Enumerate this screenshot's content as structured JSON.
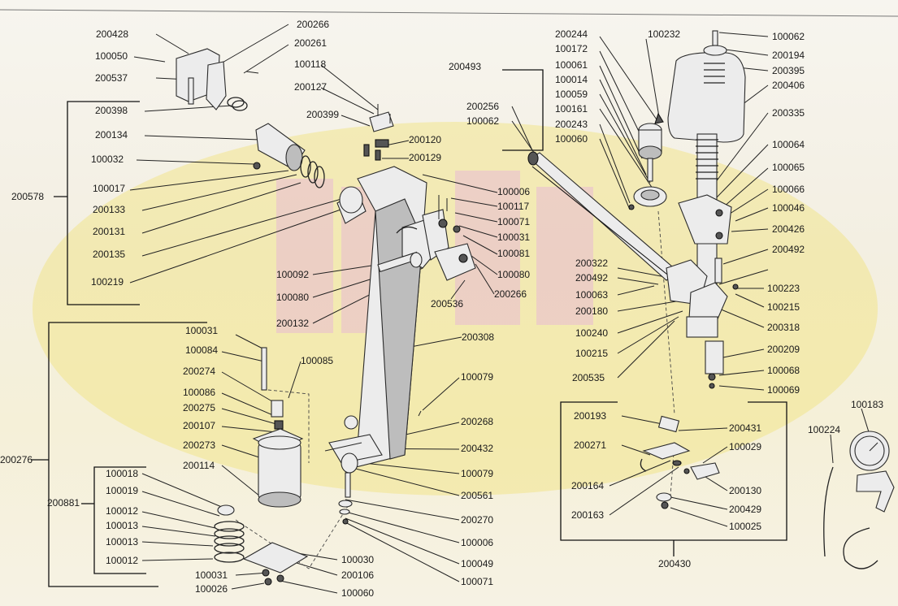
{
  "labels": {
    "l200266a": "200266",
    "l200428": "200428",
    "l200261": "200261",
    "l100050": "100050",
    "l100118": "100118",
    "l200537": "200537",
    "l200127": "200127",
    "l200398": "200398",
    "l200399": "200399",
    "l200134": "200134",
    "l200120": "200120",
    "l100032": "100032",
    "l200129": "200129",
    "l100017": "100017",
    "l200578": "200578",
    "l200133": "200133",
    "l100006a": "100006",
    "l100117": "100117",
    "l200131": "200131",
    "l100071a": "100071",
    "l100031a": "100031",
    "l200135": "200135",
    "l100081": "100081",
    "l100080a": "100080",
    "l100219": "100219",
    "l100092": "100092",
    "l200266b": "200266",
    "l100080b": "100080",
    "l200536": "200536",
    "l200132": "200132",
    "l200308": "200308",
    "l100031b": "100031",
    "l100084": "100084",
    "l100085": "100085",
    "l200274": "200274",
    "l100086": "100086",
    "l100079a": "100079",
    "l200275": "200275",
    "l200107": "200107",
    "l200268": "200268",
    "l200273": "200273",
    "l200432": "200432",
    "l200276": "200276",
    "l200114": "200114",
    "l100079b": "100079",
    "l100018": "100018",
    "l200561": "200561",
    "l100019": "100019",
    "l200881": "200881",
    "l100012a": "100012",
    "l200270": "200270",
    "l100013a": "100013",
    "l100006b": "100006",
    "l100013b": "100013",
    "l100012b": "100012",
    "l100030": "100030",
    "l100049": "100049",
    "l100031c": "100031",
    "l200106": "200106",
    "l100071b": "100071",
    "l100026": "100026",
    "l100060a": "100060",
    "l200244": "200244",
    "l100232": "100232",
    "l100062a": "100062",
    "l100172": "100172",
    "l200194": "200194",
    "l200493": "200493",
    "l100061": "100061",
    "l200395": "200395",
    "l100014": "100014",
    "l200406": "200406",
    "l100059": "100059",
    "l200256": "200256",
    "l100161": "100161",
    "l200335": "200335",
    "l100062b": "100062",
    "l200243": "200243",
    "l100060b": "100060",
    "l100064": "100064",
    "l100065": "100065",
    "l100066": "100066",
    "l100046": "100046",
    "l200426": "200426",
    "l200492a": "200492",
    "l200322": "200322",
    "l200492b": "200492",
    "l100223": "100223",
    "l100063": "100063",
    "l100215a": "100215",
    "l200180": "200180",
    "l200318": "200318",
    "l100240": "100240",
    "l200209": "200209",
    "l100215b": "100215",
    "l100068": "100068",
    "l200535": "200535",
    "l100069": "100069",
    "l100183": "100183",
    "l200193": "200193",
    "l200431": "200431",
    "l100224": "100224",
    "l200271": "200271",
    "l100029": "100029",
    "l200164": "200164",
    "l200130": "200130",
    "l200429": "200429",
    "l200163": "200163",
    "l100025": "100025",
    "l200430": "200430"
  }
}
